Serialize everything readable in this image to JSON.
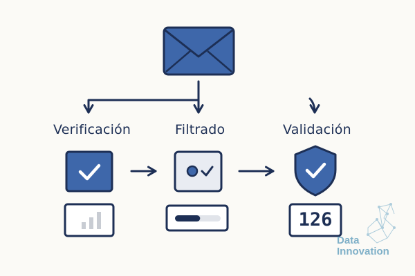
{
  "diagram": {
    "stages": [
      {
        "id": "verificacion",
        "label": "Verificación",
        "icon": "checkbox-checked-icon",
        "metric_icon": "bar-chart-icon"
      },
      {
        "id": "filtrado",
        "label": "Filtrado",
        "icon": "filter-toggle-icon",
        "metric_icon": "progress-bar-icon",
        "progress": 0.55
      },
      {
        "id": "validacion",
        "label": "Validación",
        "icon": "shield-check-icon",
        "metric_value": "126"
      }
    ],
    "source_icon": "envelope-icon"
  },
  "watermark": {
    "line1": "Data",
    "line2": "Innovation"
  },
  "colors": {
    "primary": "#3e67aa",
    "dark": "#1d2f55",
    "light_fill": "#e9ecf2",
    "bar_gray": "#c8ccd3",
    "watermark": "#7fb0c8"
  }
}
